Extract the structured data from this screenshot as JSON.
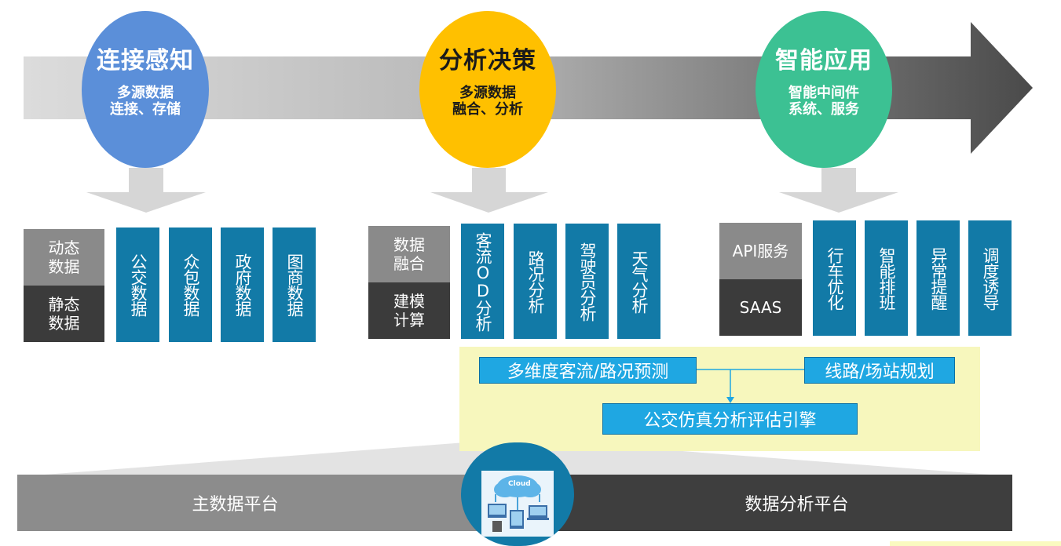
{
  "stages": [
    {
      "title": "连接感知",
      "subtitle": "多源数据\n连接、存储"
    },
    {
      "title": "分析决策",
      "subtitle": "多源数据\n融合、分析"
    },
    {
      "title": "智能应用",
      "subtitle": "智能中间件\n系统、服务"
    }
  ],
  "group1": {
    "gray_top": "动态\n数据",
    "gray_bottom": "静态\n数据",
    "tiles": [
      "公交数据",
      "众包数据",
      "政府数据",
      "图商数据"
    ]
  },
  "group2": {
    "gray_top": "数据\n融合",
    "gray_bottom": "建模\n计算",
    "tiles": [
      "客流OD分析",
      "路况分析",
      "驾驶员分析",
      "天气分析"
    ]
  },
  "group3": {
    "gray_top": "API服务",
    "gray_bottom": "SAAS",
    "tiles": [
      "行车优化",
      "智能排班",
      "异常提醒",
      "调度诱导"
    ]
  },
  "process": {
    "box1": "多维度客流/路况预测",
    "box2": "线路/场站规划",
    "box3": "公交仿真分析评估引擎"
  },
  "platform": {
    "left": "主数据平台",
    "right": "数据分析平台",
    "cloud_label": "Cloud"
  },
  "colors": {
    "blue_circle": "#5b8fd9",
    "yellow_circle": "#ffc000",
    "green_circle": "#3cc193",
    "tile": "#127aa7",
    "process_box": "#1fa7e2",
    "highlight_bg": "#f7f7bd"
  }
}
